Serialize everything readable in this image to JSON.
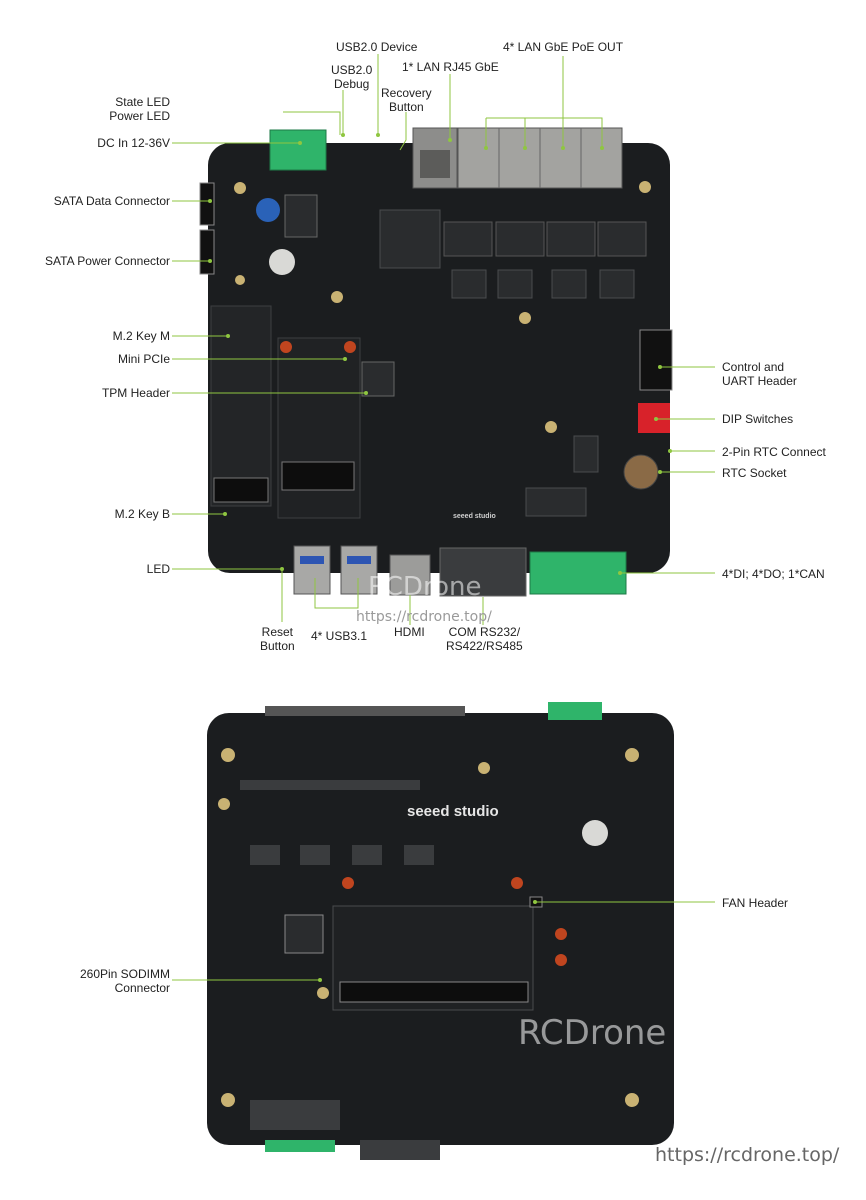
{
  "top_labels": {
    "usb2_device": "USB2.0 Device",
    "lan_poe": "4* LAN GbE PoE OUT",
    "usb2_debug": "USB2.0\nDebug",
    "lan_rj45": "1* LAN RJ45 GbE",
    "recovery": "Recovery\nButton",
    "state_led": "State LED\nPower LED",
    "dc_in": "DC In 12-36V",
    "sata_data": "SATA Data Connector",
    "sata_power": "SATA Power Connector",
    "m2_key_m": "M.2 Key M",
    "mini_pcie": "Mini PCIe",
    "tpm": "TPM Header",
    "m2_key_b": "M.2 Key B",
    "led": "LED",
    "reset": "Reset\nButton",
    "usb31": "4* USB3.1",
    "hdmi": "HDMI",
    "com": "COM RS232/\nRS422/RS485",
    "control_uart": "Control and\nUART Header",
    "dip": "DIP Switches",
    "rtc_connect": "2-Pin RTC Connect",
    "rtc_socket": "RTC Socket",
    "dio_can": "4*DI; 4*DO; 1*CAN"
  },
  "bottom_labels": {
    "fan": "FAN Header",
    "sodimm": "260Pin SODIMM\nConnector"
  },
  "board_text": {
    "brand": "seeed studio",
    "brand_small": "seeed studio"
  },
  "watermarks": {
    "brand": "RCDrone",
    "url": "https://rcdrone.top/"
  },
  "colors": {
    "pcb": "#1b1d1f",
    "leader": "#8fc640",
    "terminal_green": "#2fb46a",
    "rj45_metal": "#9a9a98",
    "dip_red": "#d8222a"
  }
}
